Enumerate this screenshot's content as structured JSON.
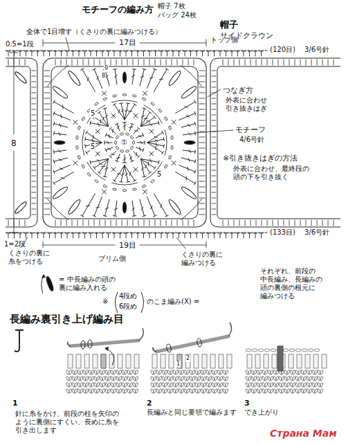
{
  "diagram": {
    "title": "モチーフの編み方",
    "labels": [
      "帽子 7枚",
      "バッグ 24枚",
      "帽子",
      "サイドクラウン",
      "全体で1目増す（くさりの裏に編みつける）",
      "0.5=1段",
      "17目",
      "トップ側",
      "(120目)",
      "3/6号針",
      "9",
      "8",
      "5",
      "5",
      "5",
      "①",
      "8",
      "つなぎ方",
      "外表に合わせ 引き抜きはぎ",
      "モチーフ",
      "4/6号針",
      "※引き抜きはぎの方法",
      "外表に合わせ、最終段の 頭の下を引き抜く",
      "(133目)",
      "3/6号針",
      "1=2段",
      "くさりの裏に 糸をつける",
      "19目",
      "ブリム側",
      "くさりの裏に 編みつける",
      "= 中長編みの頭の 裏に編み入れる",
      "※",
      "4段め",
      "6段め",
      "のこま編み(X) =",
      "それぞれ、前段の 中長編み、長編みの 頭の裏側の根元に 編みつける",
      "長編み裏引き上げ編み目",
      "1",
      "針に糸をかけ、前段の柱を矢印の ように裏側にすくい、長めに糸を 引き出します",
      "1",
      "2",
      "2",
      "長編みと同じ要領で編みます",
      "3",
      "でき上がり",
      "Страна Мам"
    ]
  }
}
